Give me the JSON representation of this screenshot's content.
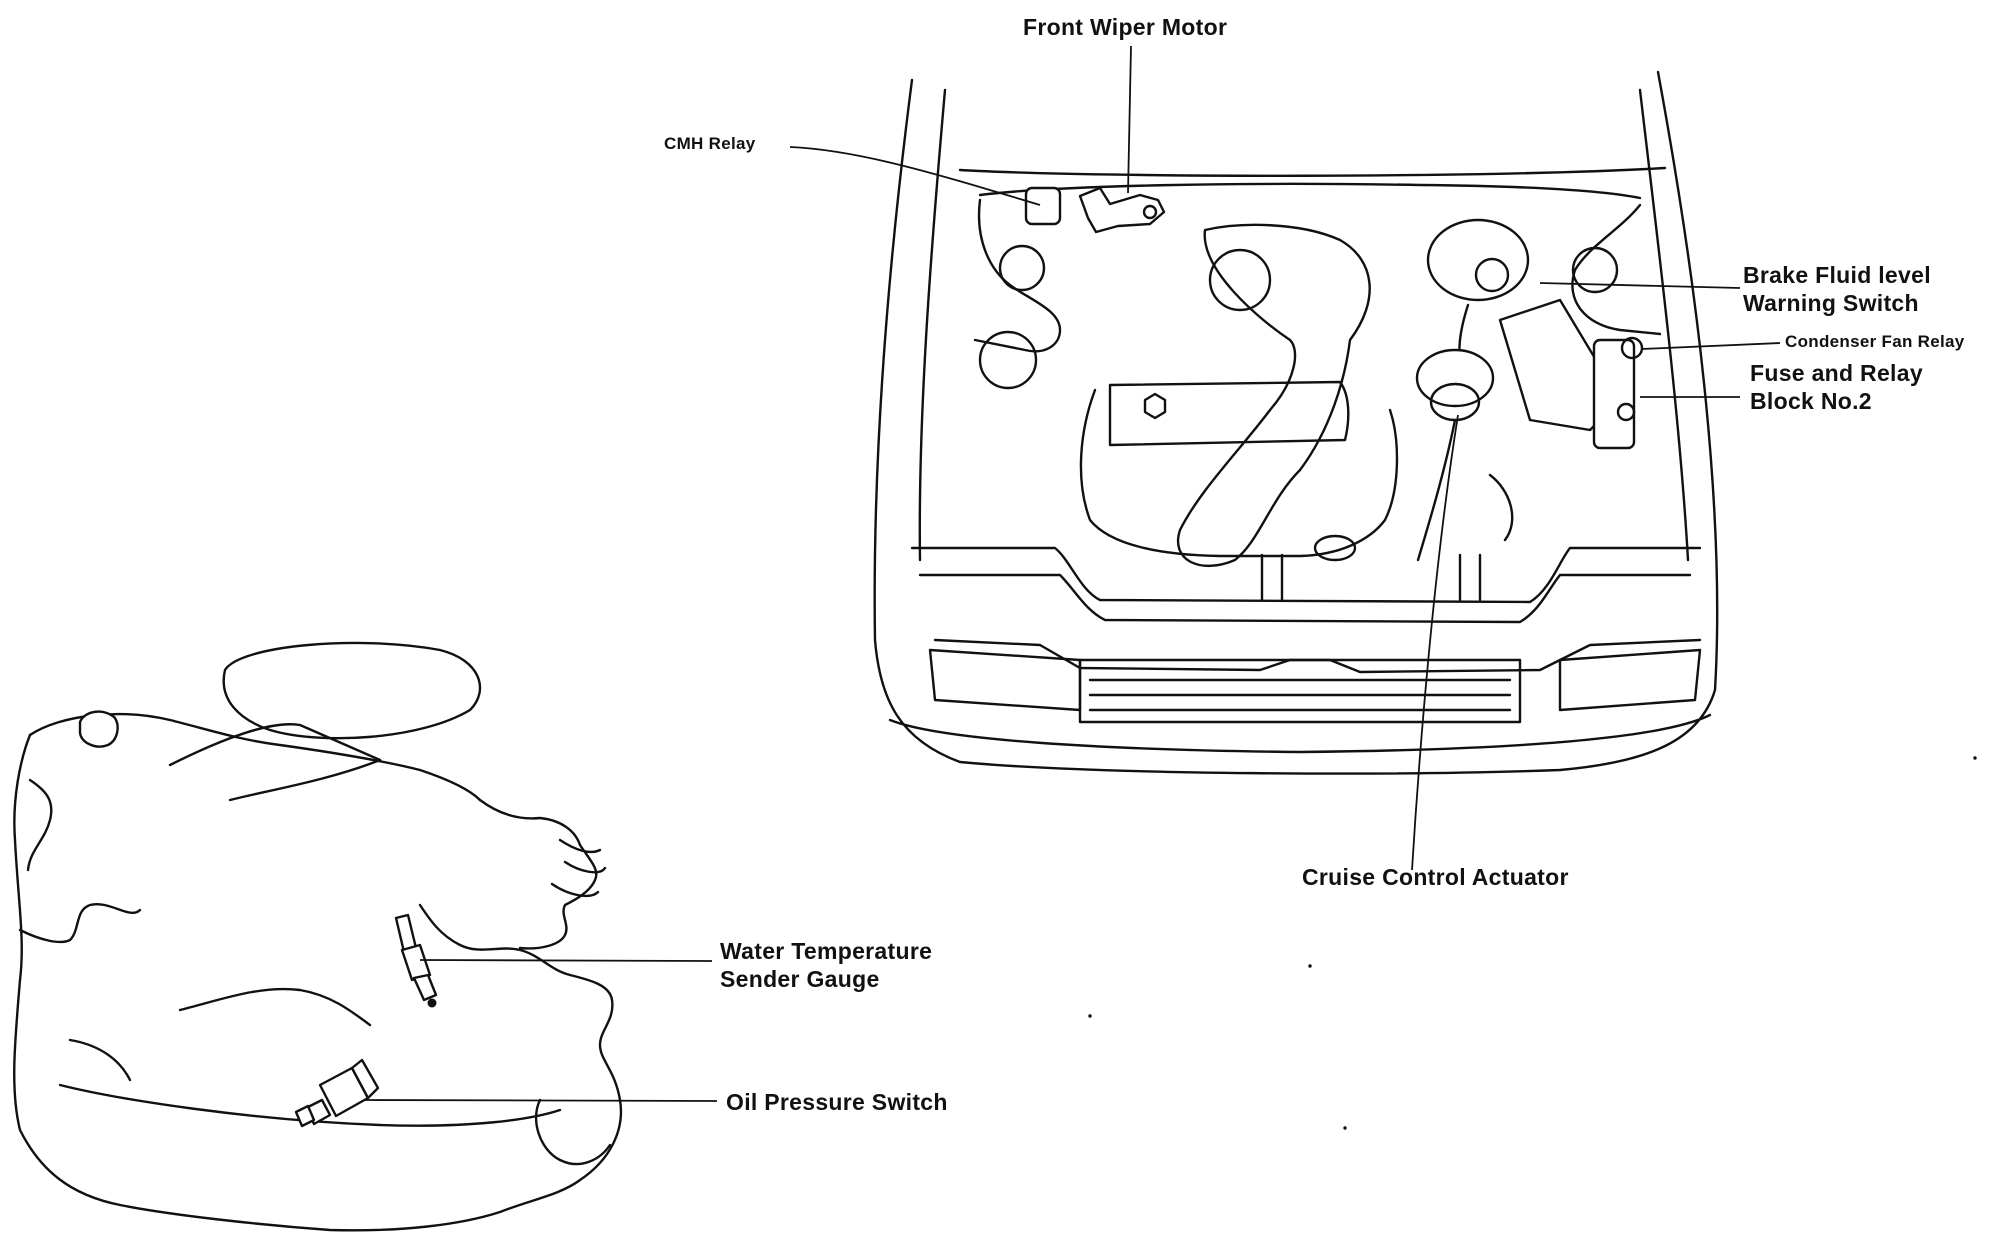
{
  "labels": {
    "front_wiper_motor": "Front Wiper Motor",
    "cmh_relay": "CMH Relay",
    "brake_fluid_line1": "Brake Fluid level",
    "brake_fluid_line2": "Warning Switch",
    "condenser_fan_relay": "Condenser Fan Relay",
    "fuse_relay_line1": "Fuse and Relay",
    "fuse_relay_line2": "Block No.2",
    "cruise_control_actuator": "Cruise Control Actuator",
    "water_temp_line1": "Water Temperature",
    "water_temp_line2": "Sender Gauge",
    "oil_pressure_switch": "Oil Pressure Switch"
  },
  "colors": {
    "ink": "#111111",
    "paper": "#ffffff"
  }
}
